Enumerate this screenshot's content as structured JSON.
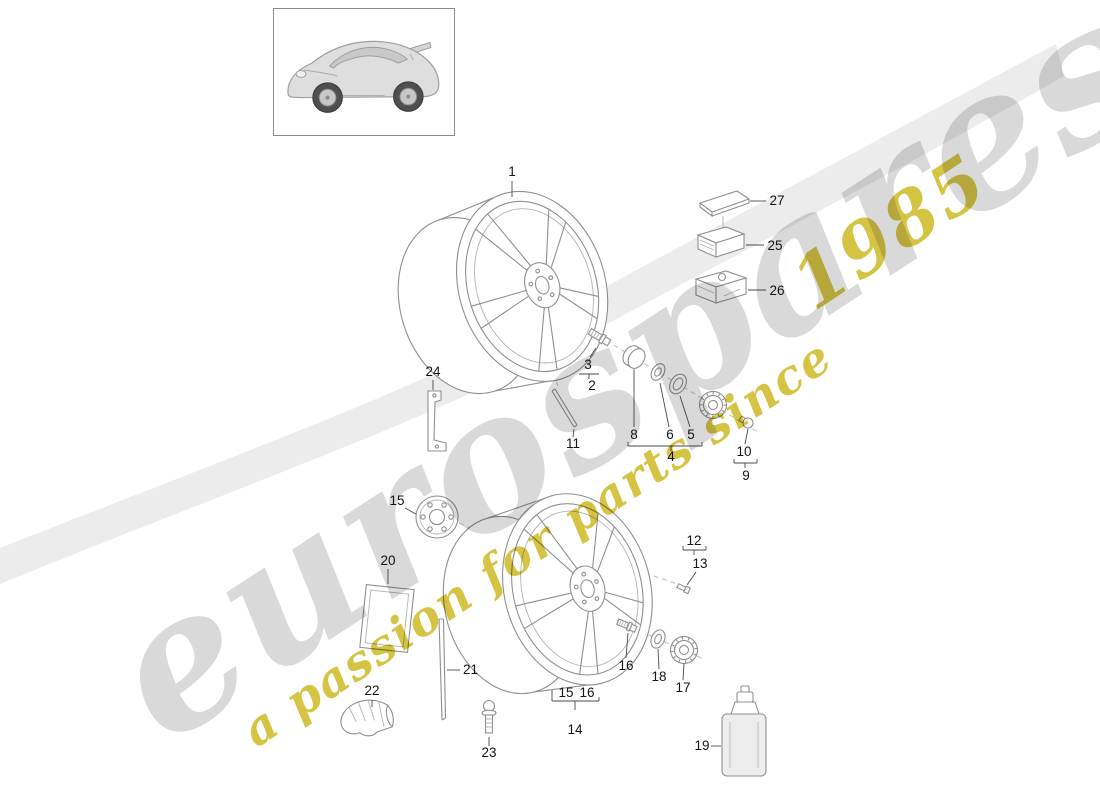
{
  "watermark": {
    "brand": "eurospares",
    "tagline": "a passion for parts since",
    "year": "1985",
    "brand_color": "#d9d9d9",
    "accent_color": "#d5c443",
    "swoosh_color": "#ececec"
  },
  "vehicle_box": {
    "illustration": "porsche-911-coupe-thumbnail"
  },
  "callouts": {
    "n1": "1",
    "n2": "2",
    "n3": "3",
    "n4": "4",
    "n5": "5",
    "n6": "6",
    "n8": "8",
    "n9": "9",
    "n10": "10",
    "n11": "11",
    "n12": "12",
    "n13": "13",
    "n14": "14",
    "n15": "15",
    "n16": "16",
    "n17": "17",
    "n18": "18",
    "n19": "19",
    "n20": "20",
    "n21": "21",
    "n22": "22",
    "n23": "23",
    "n24": "24",
    "n25": "25",
    "n26": "26",
    "n27": "27",
    "pair15": "15",
    "pair16": "16"
  }
}
